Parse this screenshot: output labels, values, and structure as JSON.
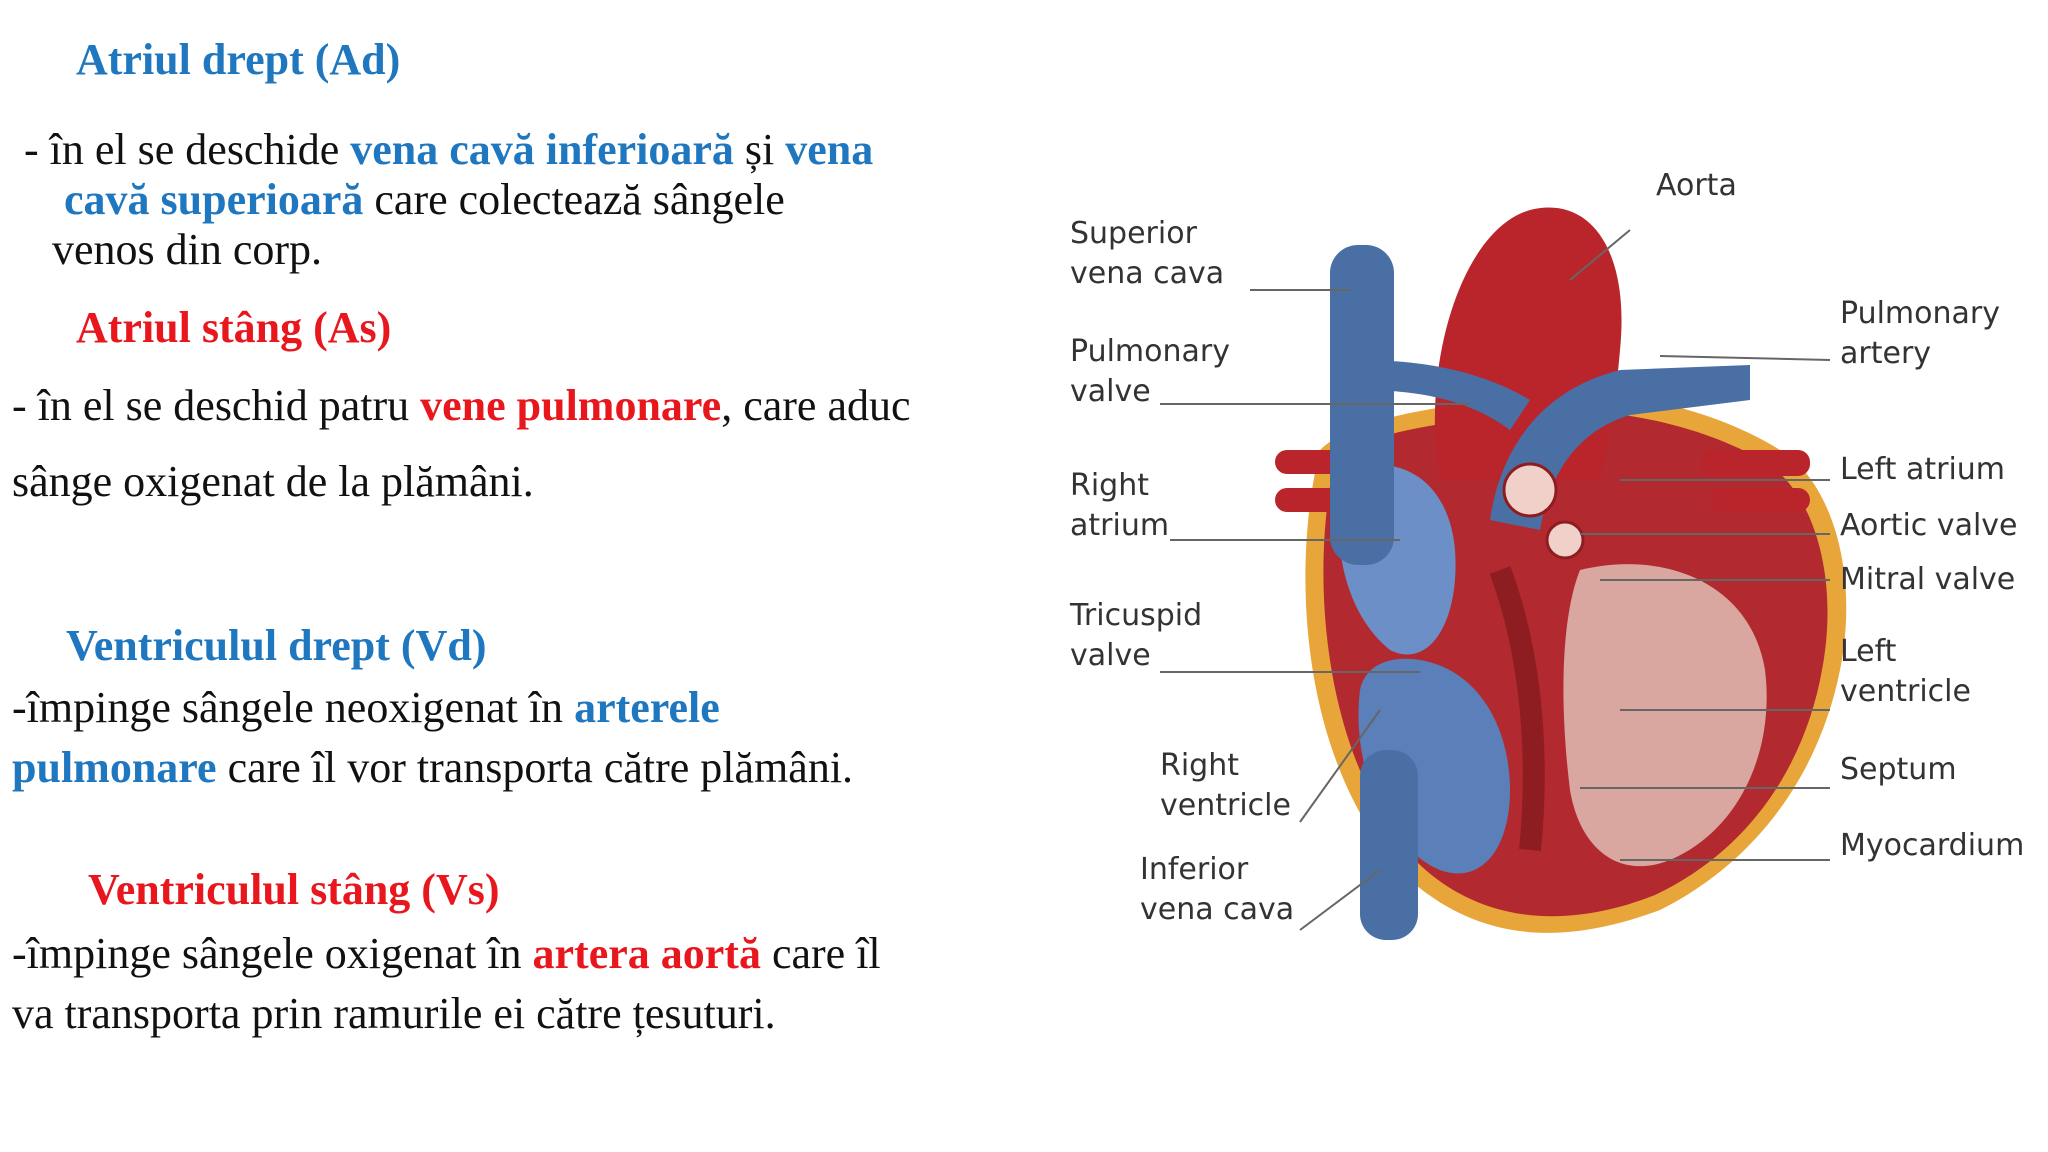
{
  "sections": {
    "ad": {
      "title": "Atriul drept (Ad)",
      "l1_a": "-  în el se deschide ",
      "l1_b": "vena cavă inferioară",
      "l1_c": " și ",
      "l1_d": "vena",
      "l2_a": "cavă superioară",
      "l2_b": " care colectează sângele",
      "l3": "venos  din corp."
    },
    "as": {
      "title": "Atriul stâng (As)",
      "l1_a": "- în el se deschid patru ",
      "l1_b": "vene pulmonare",
      "l1_c": ", care aduc",
      "l2": " sânge oxigenat de la plămâni."
    },
    "vd": {
      "title": "Ventriculul drept (Vd)",
      "l1_a": "-împinge sângele neoxigenat  în ",
      "l1_b": "arterele",
      "l2_a": "pulmonare",
      "l2_b": " care îl vor transporta către plămâni."
    },
    "vs": {
      "title": "Ventriculul stâng (Vs)",
      "l1_a": "-împinge sângele oxigenat în ",
      "l1_b": "artera aortă",
      "l1_c": " care îl",
      "l2": "va transporta prin ramurile ei către țesuturi."
    }
  },
  "diagram": {
    "labels": {
      "aorta": "Aorta",
      "svc_1": "Superior",
      "svc_2": "vena cava",
      "pulm_valve_1": "Pulmonary",
      "pulm_valve_2": "valve",
      "right_atrium_1": "Right",
      "right_atrium_2": "atrium",
      "tricuspid_1": "Tricuspid",
      "tricuspid_2": "valve",
      "right_ventricle_1": "Right",
      "right_ventricle_2": "ventricle",
      "ivc_1": "Inferior",
      "ivc_2": "vena cava",
      "pulm_artery_1": "Pulmonary",
      "pulm_artery_2": "artery",
      "left_atrium": "Left atrium",
      "aortic_valve": "Aortic valve",
      "mitral_valve": "Mitral valve",
      "left_ventricle_1": "Left",
      "left_ventricle_2": "ventricle",
      "septum": "Septum",
      "myocardium": "Myocardium"
    },
    "colors": {
      "oxygenated": "#c0272d",
      "deoxygenated": "#4a6fa5",
      "myocardium": "#e8a63a"
    }
  }
}
